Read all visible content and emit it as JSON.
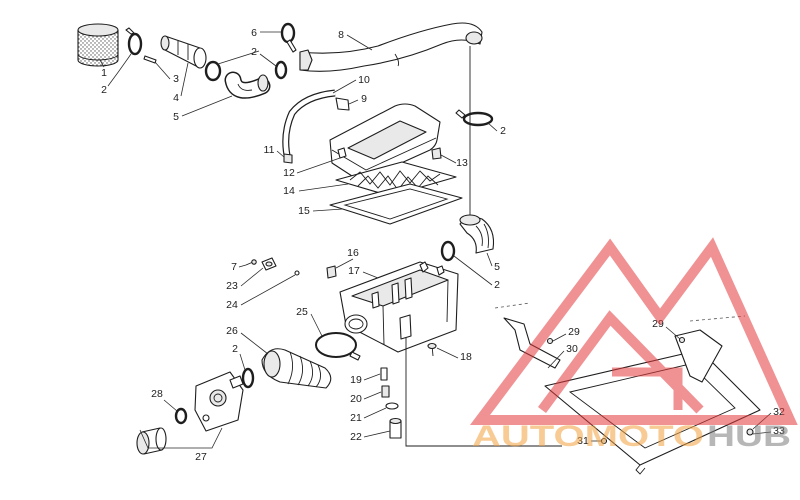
{
  "callouts": [
    "1",
    "2",
    "3",
    "4",
    "5",
    "6",
    "2",
    "8",
    "10",
    "9",
    "2",
    "11",
    "12",
    "13",
    "14",
    "15",
    "16",
    "17",
    "7",
    "23",
    "24",
    "5",
    "2",
    "25",
    "26",
    "2",
    "29",
    "30",
    "29",
    "18",
    "19",
    "20",
    "21",
    "22",
    "28",
    "27",
    "31",
    "32",
    "33"
  ],
  "logo": {
    "text_a": "AUTOMOTO",
    "text_b": "HUB"
  },
  "colors": {
    "line": "#1e1e1e",
    "logo_red": "#e4383b",
    "logo_orange": "#f3a23f",
    "logo_grey": "#8c8c8c"
  }
}
